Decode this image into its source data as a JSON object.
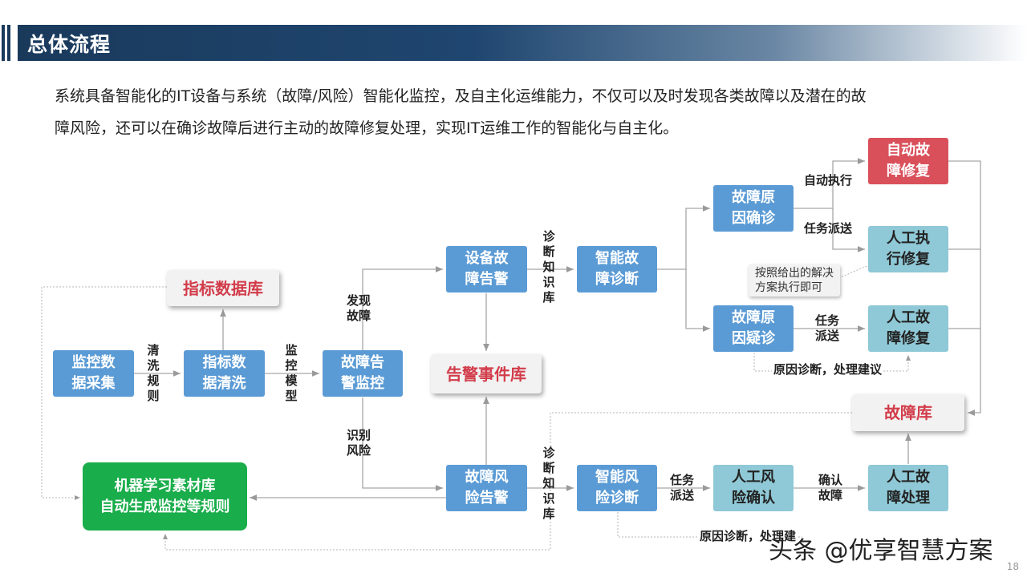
{
  "header": {
    "title": "总体流程"
  },
  "intro": {
    "line1": "系统具备智能化的IT设备与系统（故障/风险）智能化监控，及自主化运维能力，不仅可以及时发现各类故障以及潜在的故",
    "line2": "障风险，还可以在确诊故障后进行主动的故障修复处理，实现IT运维工作的智能化与自主化。"
  },
  "nodes": {
    "collect": "监控数\n据采集",
    "clean": "指标数\n据清洗",
    "alarm_monitor": "故障告\n警监控",
    "device_alarm": "设备故\n障告警",
    "risk_alarm": "故障风\n险告警",
    "smart_fault_diag": "智能故\n障诊断",
    "smart_risk_diag": "智能风\n险诊断",
    "cause_confirm": "故障原\n因确诊",
    "cause_suspect": "故障原\n因疑诊",
    "auto_repair": "自动故\n障修复",
    "manual_exec_repair": "人工执\n行修复",
    "manual_repair": "人工故\n障修复",
    "manual_risk_confirm": "人工风\n险确认",
    "manual_fault_handle": "人工故\n障处理",
    "ml_library": "机器学习素材库\n自动生成监控等规则"
  },
  "databases": {
    "metrics_db": "指标数据库",
    "alarm_event_db": "告警事件库",
    "fault_db": "故障库"
  },
  "labels": {
    "clean_rules": "清洗规则",
    "monitor_model": "监控模型",
    "find_fault": "发现\n故障",
    "identify_risk": "识别\n风险",
    "diag_kb_top": "诊断知识库",
    "diag_kb_bottom": "诊断知识库",
    "auto_exec": "自动执行",
    "task_dispatch_1": "任务派送",
    "task_dispatch_2": "任务\n派送",
    "task_dispatch_3": "任务\n派送",
    "confirm_fault": "确认\n故障",
    "cause_advice": "原因诊断，处理建议",
    "cause_advice_bottom": "原因诊断，处理建",
    "tip": "按照给出的解决\n方案执行即可"
  },
  "watermark": "头条 @优享智慧方案",
  "page_number": "18"
}
